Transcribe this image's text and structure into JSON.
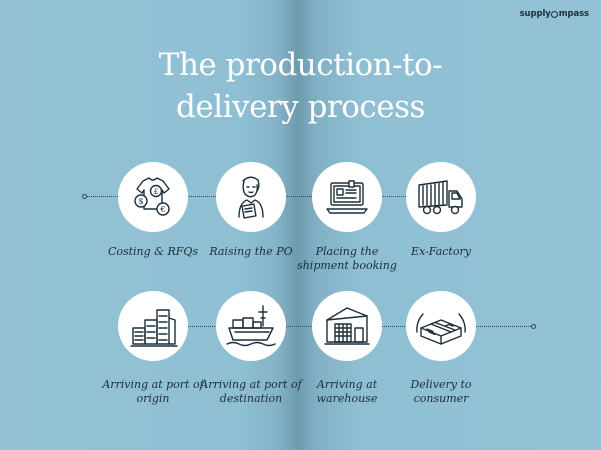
{
  "brand": {
    "prefix": "supply",
    "suffix": "mpass"
  },
  "title": {
    "line1": "The production-to-",
    "line2": "delivery process"
  },
  "steps_row1": [
    {
      "label": "Costing & RFQs",
      "icon": "costing-icon"
    },
    {
      "label": "Raising the PO",
      "icon": "raising-po-icon"
    },
    {
      "label": "Placing the shipment booking",
      "icon": "shipment-booking-icon"
    },
    {
      "label": "Ex-Factory",
      "icon": "truck-icon"
    }
  ],
  "steps_row2": [
    {
      "label": "Arriving at port of origin",
      "icon": "containers-icon"
    },
    {
      "label": "Arriving at port of destination",
      "icon": "ship-icon"
    },
    {
      "label": "Arriving at warehouse",
      "icon": "warehouse-icon"
    },
    {
      "label": "Delivery to consumer",
      "icon": "package-icon"
    }
  ],
  "colors": {
    "background": "#8fbfd3",
    "ink": "#1c2e3a",
    "title": "#ffffff",
    "circle": "#ffffff"
  }
}
